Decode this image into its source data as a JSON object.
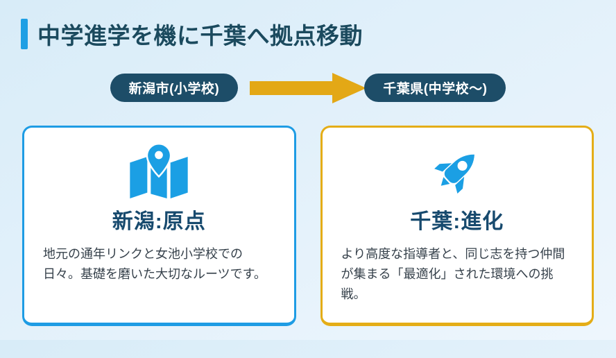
{
  "theme": {
    "bg_top": "#d8ecf8",
    "bg_bottom": "#eef6fd",
    "accent_blue": "#1e9fe4",
    "deep_navy": "#1d4d68",
    "title_color": "#1b4a5e",
    "card_title_color": "#174a6e",
    "body_text": "#36414b",
    "gold": "#e3a816",
    "card_blue_border": "#1e9ce4",
    "card_gold_border": "#e4ad17",
    "icon_blue": "#1b9fe4",
    "card_bg": "#ffffff"
  },
  "header": {
    "title": "中学進学を機に千葉へ拠点移動"
  },
  "flow": {
    "from_label": "新潟市(小学校)",
    "to_label": "千葉県(中学校〜)",
    "arrow_icon": "right-arrow"
  },
  "cards": [
    {
      "id": "niigata",
      "icon": "map-location-icon",
      "title": "新潟:原点",
      "body": "地元の通年リンクと女池小学校での日々。基礎を磨いた大切なルーツです。"
    },
    {
      "id": "chiba",
      "icon": "rocket-icon",
      "title": "千葉:進化",
      "body": "より高度な指導者と、同じ志を持つ仲間が集まる「最適化」された環境への挑戦。"
    }
  ]
}
